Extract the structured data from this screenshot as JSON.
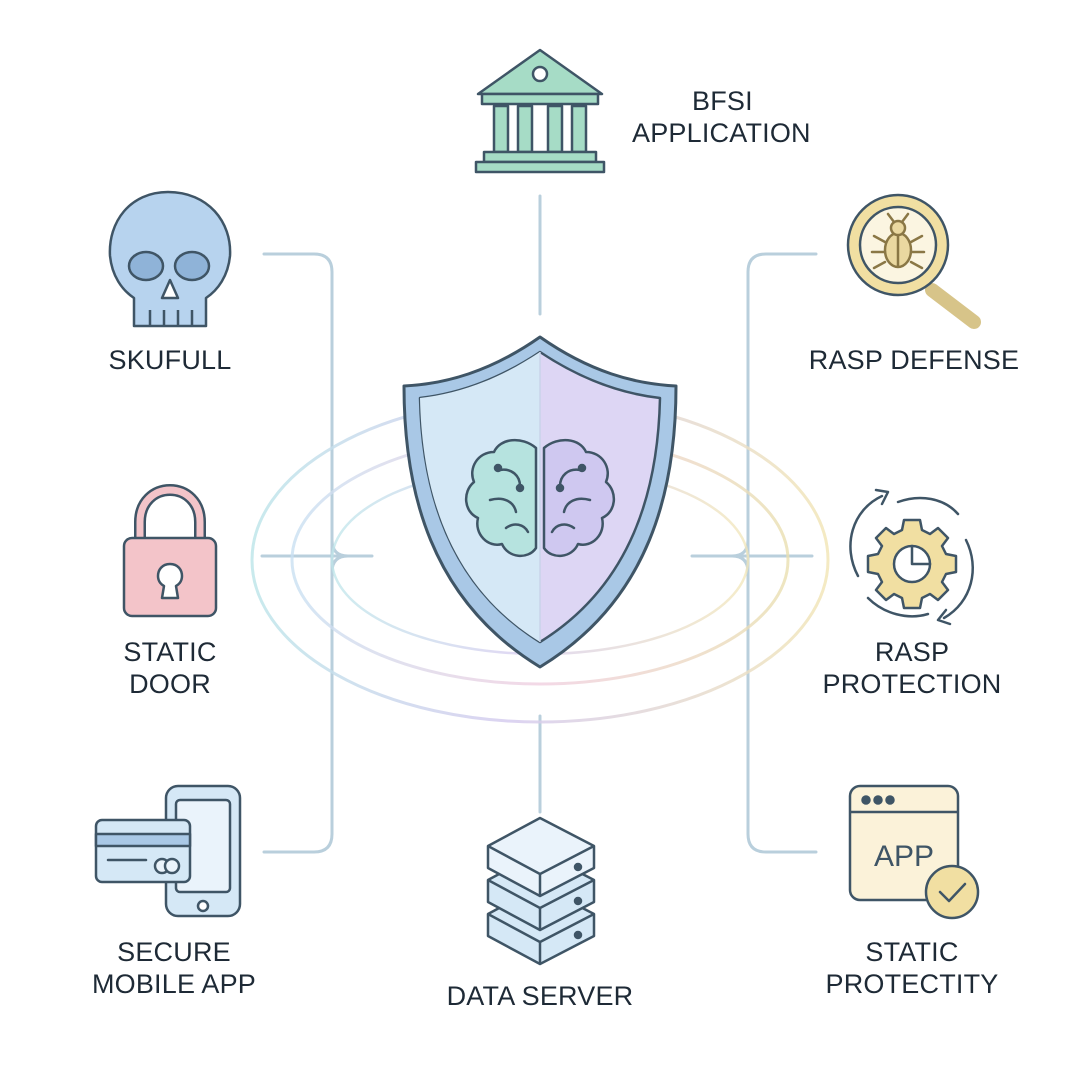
{
  "nodes": {
    "bfsi": {
      "line1": "BFSI",
      "line2": "APPLICATION",
      "icon": "bank-building-icon"
    },
    "skufull": {
      "line1": "SKUFULL",
      "icon": "skull-icon"
    },
    "rasp_defense": {
      "line1": "RASP DEFENSE",
      "icon": "bug-magnifier-icon"
    },
    "static_door": {
      "line1": "STATIC",
      "line2": "DOOR",
      "icon": "padlock-icon"
    },
    "rasp_protection": {
      "line1": "RASP",
      "line2": "PROTECTION",
      "icon": "gear-cycle-icon"
    },
    "secure_mobile": {
      "line1": "SECURE",
      "line2": "MOBILE APP",
      "icon": "phone-card-icon"
    },
    "data_server": {
      "line1": "DATA SERVER",
      "icon": "server-stack-icon"
    },
    "static_protectity": {
      "line1": "STATIC",
      "line2": "PROTECTITY",
      "icon": "app-window-check-icon",
      "window_text": "APP"
    }
  },
  "center": {
    "icon": "shield-brain-icon"
  },
  "colors": {
    "line": "#b9cfdc",
    "outline": "#3f5566",
    "bank": "#a6dcc6",
    "skull": "#b7d3ee",
    "lock": "#f3c4c9",
    "magnifier": "#f1dfa2",
    "shield_left": "#d5e8f6",
    "shield_right": "#ddd6f4",
    "shield_rim": "#a9c8e6",
    "app_window": "#fbf2d9"
  }
}
